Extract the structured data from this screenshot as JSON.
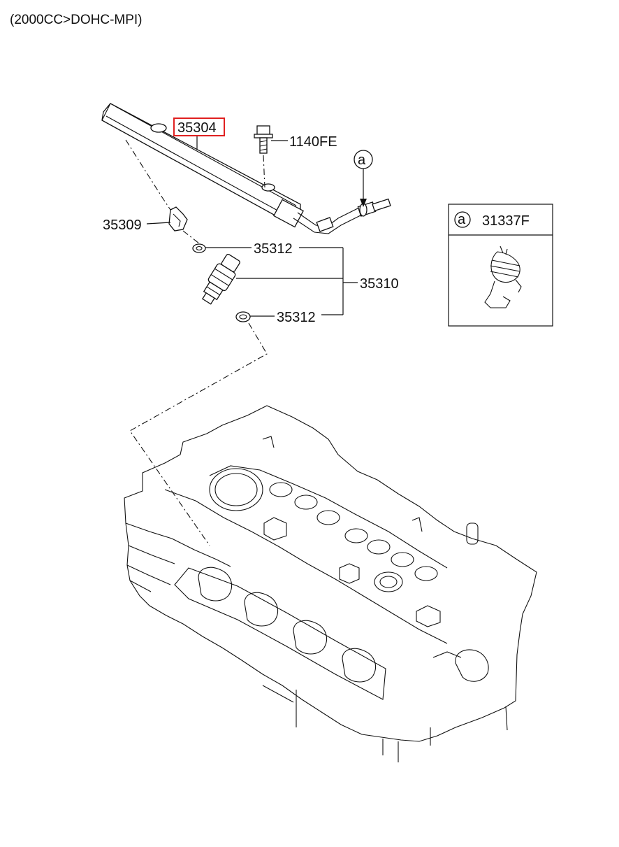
{
  "header": {
    "title": "(2000CC>DOHC-MPI)"
  },
  "parts": {
    "fuel_rail": "35304",
    "bolt": "1140FE",
    "clip": "35309",
    "o_ring_upper": "35312",
    "injector_assembly": "35310",
    "o_ring_lower": "35312"
  },
  "callout": {
    "marker": "a",
    "part_number": "31337F"
  },
  "highlight_color": "#e02020"
}
